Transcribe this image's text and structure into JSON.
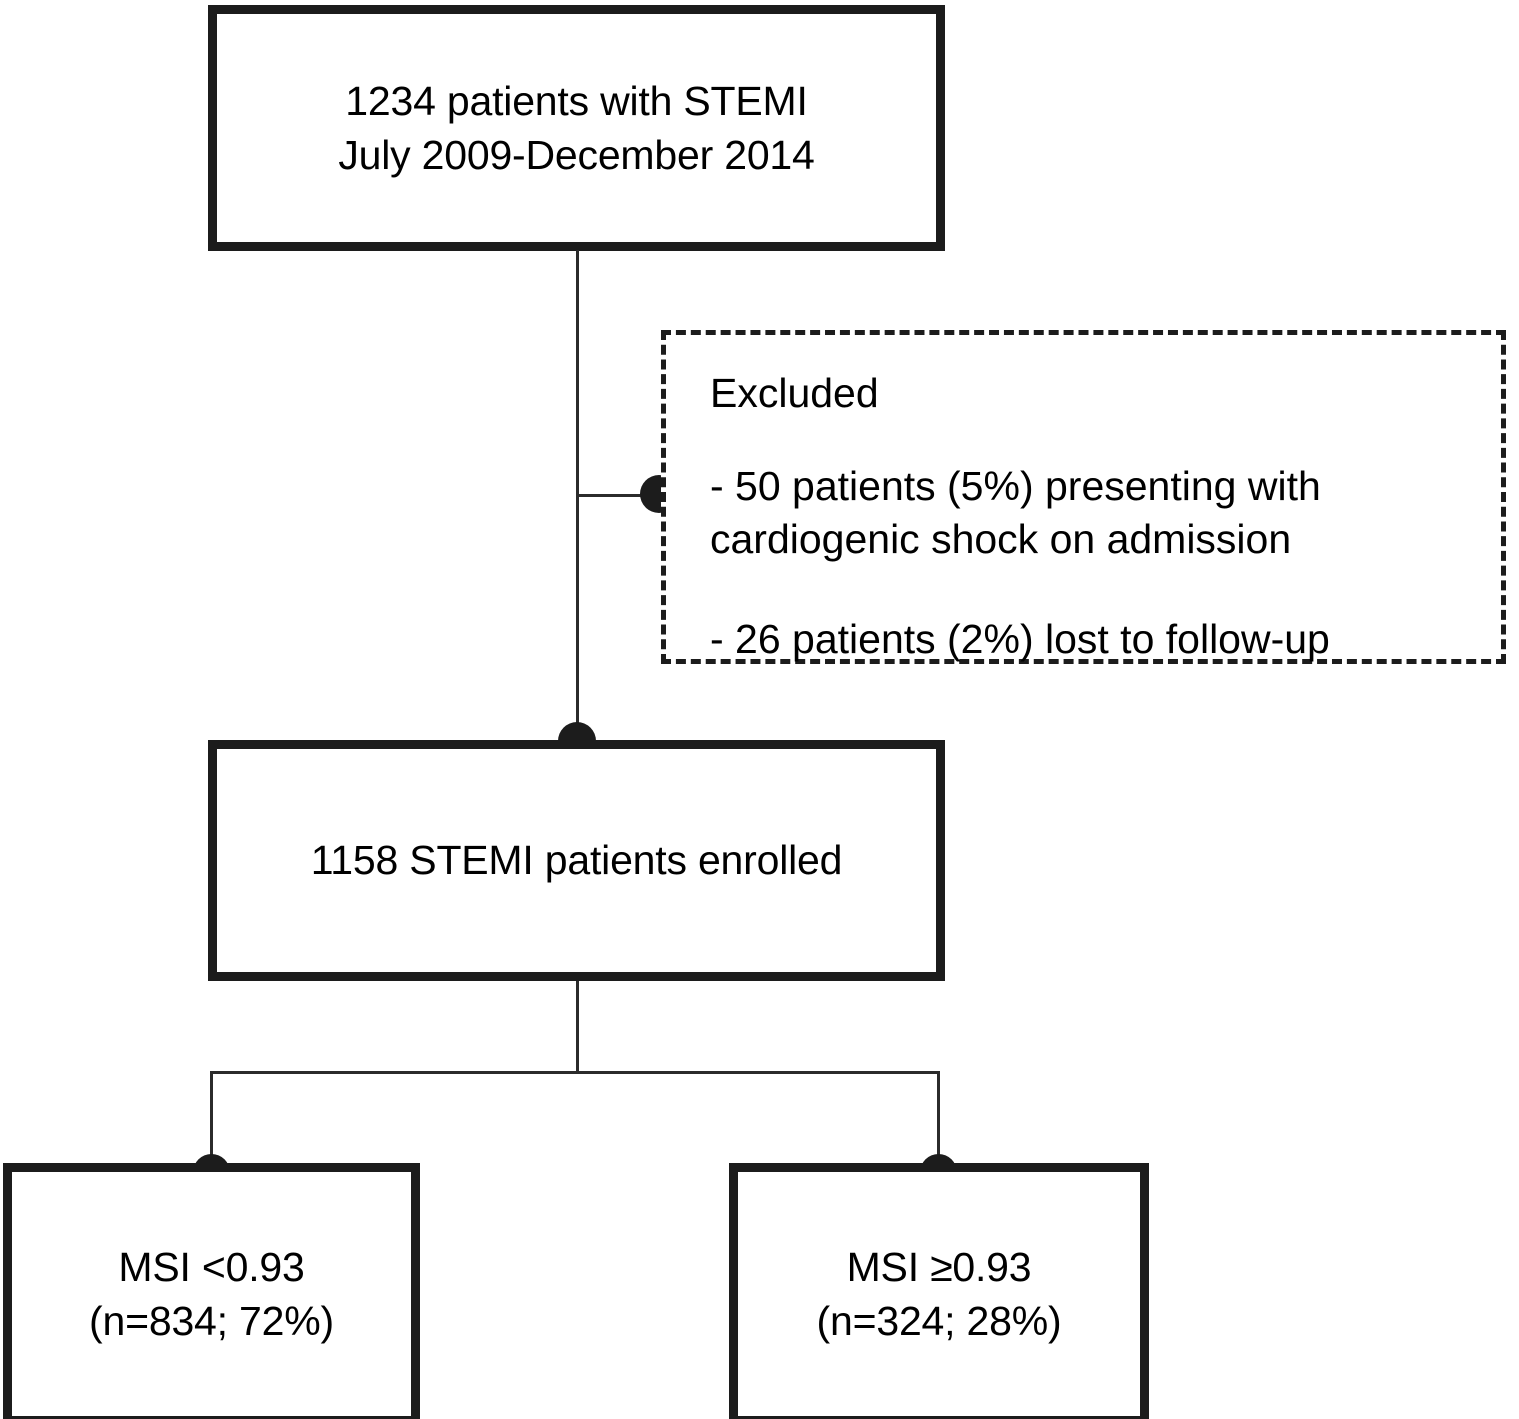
{
  "diagram": {
    "title": "STEMI patient enrollment flow diagram",
    "type": "flowchart",
    "colors": {
      "box_border": "#1c1c1c",
      "connector": "#2b2b2b",
      "node_dot": "#1c1c1c",
      "background": "#ffffff",
      "text": "#000000"
    },
    "nodes": {
      "cohort": {
        "text": "1234 patients with STEMI\nJuly 2009-December 2014",
        "line1": "1234 patients with STEMI",
        "line2": "July 2009-December 2014",
        "count": 1234,
        "period_start": "July 2009",
        "period_end": "December 2014"
      },
      "excluded": {
        "title": "Excluded",
        "items": [
          {
            "text": "- 50 patients (5%) presenting with\ncardiogenic shock on admission",
            "count": 50,
            "percent": "5%",
            "reason": "presenting with cardiogenic shock on admission"
          },
          {
            "text": "- 26 patients (2%) lost to follow-up",
            "count": 26,
            "percent": "2%",
            "reason": "lost to follow-up"
          }
        ]
      },
      "enrolled": {
        "text": "1158 STEMI patients enrolled",
        "count": 1158
      },
      "msi_low": {
        "text": "MSI <0.93\n(n=834; 72%)",
        "line1": "MSI <0.93",
        "line2": "(n=834; 72%)",
        "n": 834,
        "percent": "72%"
      },
      "msi_high": {
        "text": "MSI ≥0.93\n(n=324; 28%)",
        "line1": "MSI ≥0.93",
        "line2": "(n=324; 28%)",
        "n": 324,
        "percent": "28%"
      }
    }
  }
}
